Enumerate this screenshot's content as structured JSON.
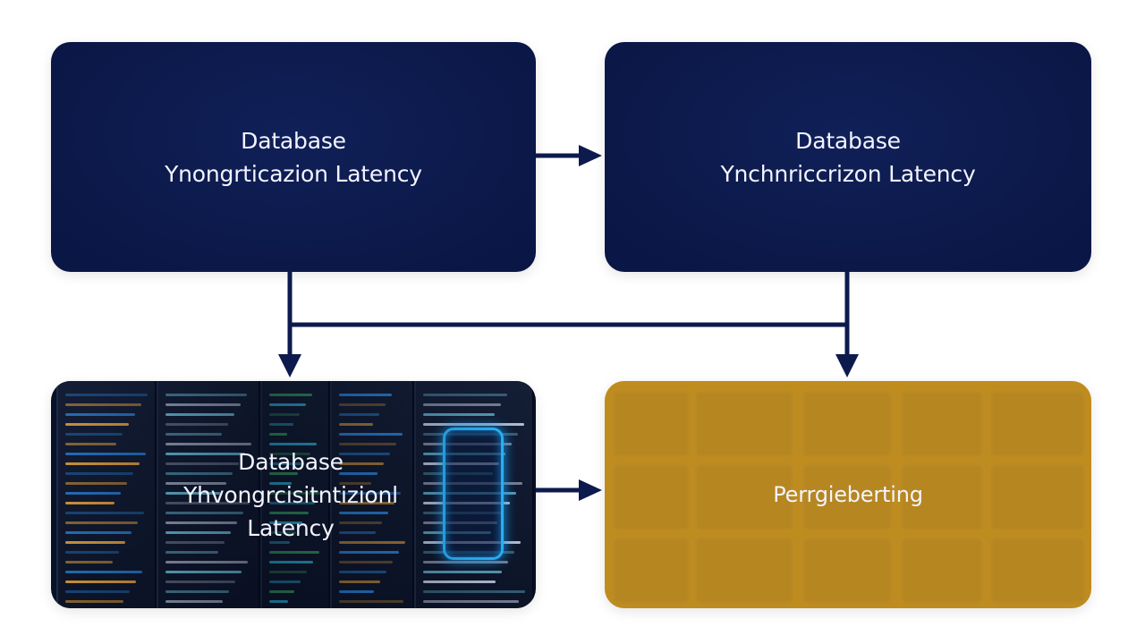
{
  "nodes": {
    "top_left": {
      "line1": "Database",
      "line2": "Ynongrticazion Latency"
    },
    "top_right": {
      "line1": "Database",
      "line2": "Ynchnriccrizon Latency"
    },
    "bottom_left": {
      "line1": "Database",
      "line2": "Yhvongrcisitntizionl",
      "line3": "Latency"
    },
    "bottom_right": {
      "line1": "Perrgieberting"
    }
  },
  "colors": {
    "navy": "#0c1a4d",
    "amber": "#b8861c",
    "connector": "#0c1a4d",
    "text": "#f2f4ff"
  }
}
